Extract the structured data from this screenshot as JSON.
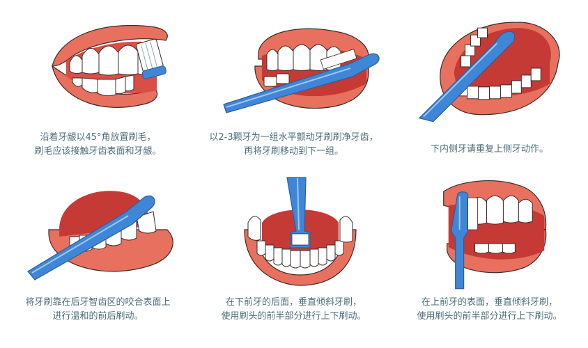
{
  "colors": {
    "lip": "#e8705e",
    "lip_dark": "#c9483c",
    "gum": "#d94f45",
    "tongue": "#c53a34",
    "tooth": "#ffffff",
    "outline": "#3b2b2b",
    "brush": "#3f86d6",
    "brush_light": "#7fb3ea",
    "caption_text": "#4d6c79"
  },
  "steps": [
    {
      "illustration": "brush-at-45-degree-on-outer-teeth",
      "caption_lines": [
        "沿着牙龈以45°角放置刷毛，",
        "刷毛应该接触牙齿表面和牙龈。"
      ]
    },
    {
      "illustration": "horizontal-vibration-brushing",
      "caption_lines": [
        "以2-3颗牙为一组水平颤动牙刷刷净牙齿，",
        "再将牙刷移动到下一组。"
      ]
    },
    {
      "illustration": "inner-side-lower-teeth",
      "caption_lines": [
        "下内侧牙请重复上侧牙动作。"
      ]
    },
    {
      "illustration": "chewing-surface-back-teeth",
      "caption_lines": [
        "将牙刷靠在后牙智齿区的咬合表面上",
        "进行温和的前后刷动。"
      ]
    },
    {
      "illustration": "behind-lower-front-teeth",
      "caption_lines": [
        "在下前牙的后面，垂直倾斜牙刷，",
        "使用刷头的前半部分进行上下刷动。"
      ]
    },
    {
      "illustration": "surface-upper-front-teeth",
      "caption_lines": [
        "在上前牙的表面，垂直倾斜牙刷，",
        "使用刷头的前半部分进行上下刷动。"
      ]
    }
  ]
}
